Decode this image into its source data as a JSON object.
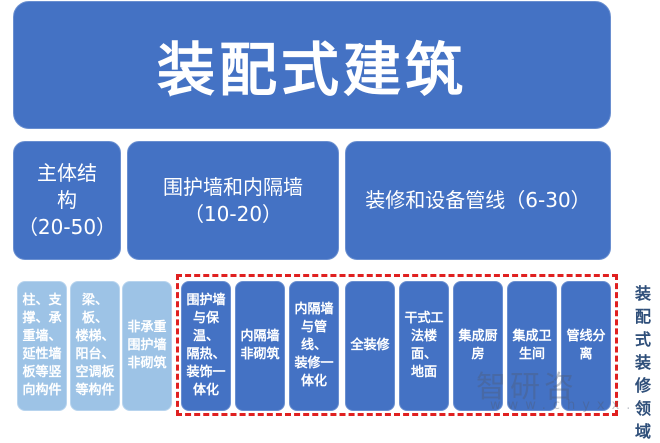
{
  "title": "装配式建筑",
  "categories": [
    {
      "label": "主体结\n构\n（20-50）"
    },
    {
      "label": "围护墙和内隔墙\n（10-20）"
    },
    {
      "label": "装修和设备管线（6-30）"
    }
  ],
  "components": [
    {
      "label": "柱、支\n撑、承\n重墙、\n延性墙\n板等竖\n向构件",
      "style": "light"
    },
    {
      "label": "梁、板、\n楼梯、\n阳台、\n空调板\n等构件",
      "style": "light"
    },
    {
      "label": "非承重\n围护墙\n非砌筑",
      "style": "light"
    },
    {
      "label": "围护墙\n与保温、\n隔热、\n装饰一\n体化",
      "style": "dark"
    },
    {
      "label": "内隔墙\n非砌筑",
      "style": "dark"
    },
    {
      "label": "内隔墙\n与管线、\n装修一\n体化",
      "style": "dark"
    },
    {
      "label": "全装修",
      "style": "dark"
    },
    {
      "label": "干式工\n法楼面、\n地面",
      "style": "dark"
    },
    {
      "label": "集成厨\n房",
      "style": "dark"
    },
    {
      "label": "集成卫\n生间",
      "style": "dark"
    },
    {
      "label": "管线分\n离",
      "style": "dark"
    }
  ],
  "highlight_label": "装\n配\n式\n装\n修\n领\n域",
  "watermark": {
    "text": "智研咨",
    "url": "www.chyxx.c"
  },
  "colors": {
    "primary": "#4472c4",
    "light": "#9dc3e6",
    "highlight": "#e02020",
    "side_text": "#2f4f7a"
  }
}
